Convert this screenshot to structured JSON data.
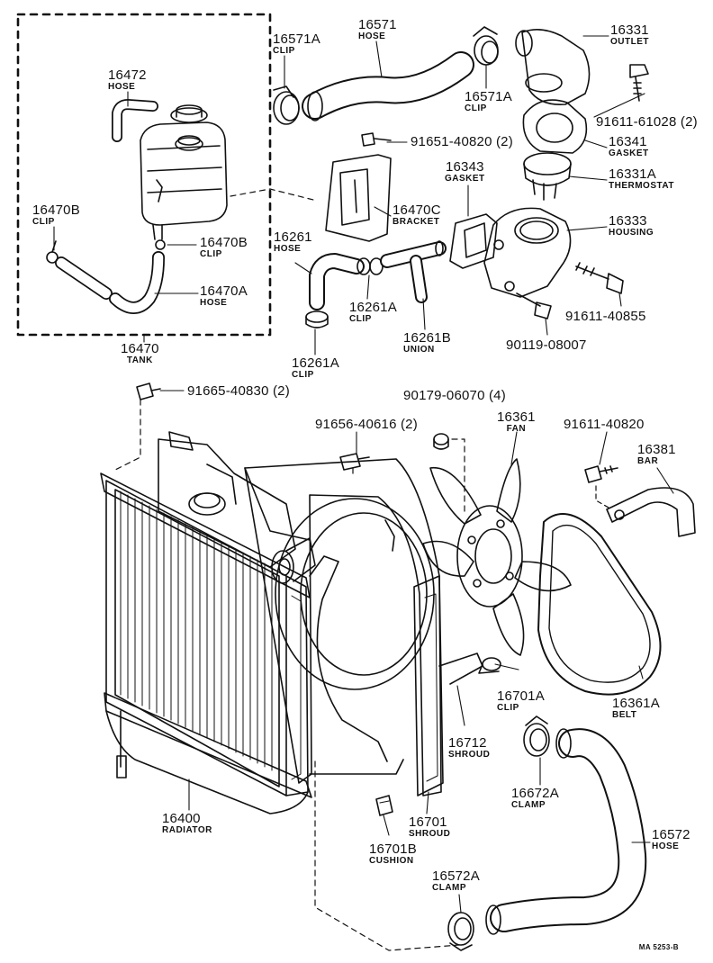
{
  "diagram": {
    "drawing_code": "MA 5253-B",
    "parts": [
      {
        "key": "p16571A_top",
        "number": "16571A",
        "name": "CLIP"
      },
      {
        "key": "p16571",
        "number": "16571",
        "name": "HOSE"
      },
      {
        "key": "p16571A_mid",
        "number": "16571A",
        "name": "CLIP"
      },
      {
        "key": "p16331",
        "number": "16331",
        "name": "OUTLET"
      },
      {
        "key": "p91611_61028",
        "number": "91611-61028 (2)",
        "name": ""
      },
      {
        "key": "p16341",
        "number": "16341",
        "name": "GASKET"
      },
      {
        "key": "p16331A",
        "number": "16331A",
        "name": "THERMOSTAT"
      },
      {
        "key": "p16343",
        "number": "16343",
        "name": "GASKET"
      },
      {
        "key": "p16333",
        "number": "16333",
        "name": "HOUSING"
      },
      {
        "key": "p91611_40855",
        "number": "91611-40855",
        "name": ""
      },
      {
        "key": "p90119_08007",
        "number": "90119-08007",
        "name": ""
      },
      {
        "key": "p16472",
        "number": "16472",
        "name": "HOSE"
      },
      {
        "key": "p16470B_l",
        "number": "16470B",
        "name": "CLIP"
      },
      {
        "key": "p16470B_r",
        "number": "16470B",
        "name": "CLIP"
      },
      {
        "key": "p16470A",
        "number": "16470A",
        "name": "HOSE"
      },
      {
        "key": "p16470",
        "number": "16470",
        "name": "TANK"
      },
      {
        "key": "p91651_40820",
        "number": "91651-40820 (2)",
        "name": ""
      },
      {
        "key": "p16470C",
        "number": "16470C",
        "name": "BRACKET"
      },
      {
        "key": "p16261",
        "number": "16261",
        "name": "HOSE"
      },
      {
        "key": "p16261A_a",
        "number": "16261A",
        "name": "CLIP"
      },
      {
        "key": "p16261A_b",
        "number": "16261A",
        "name": "CLIP"
      },
      {
        "key": "p16261B",
        "number": "16261B",
        "name": "UNION"
      },
      {
        "key": "p91665_40830",
        "number": "91665-40830 (2)",
        "name": ""
      },
      {
        "key": "p91656_40616",
        "number": "91656-40616 (2)",
        "name": ""
      },
      {
        "key": "p90179_06070",
        "number": "90179-06070 (4)",
        "name": ""
      },
      {
        "key": "p16361",
        "number": "16361",
        "name": "FAN"
      },
      {
        "key": "p91611_40820",
        "number": "91611-40820",
        "name": ""
      },
      {
        "key": "p16381",
        "number": "16381",
        "name": "BAR"
      },
      {
        "key": "p16701A",
        "number": "16701A",
        "name": "CLIP"
      },
      {
        "key": "p16361A",
        "number": "16361A",
        "name": "BELT"
      },
      {
        "key": "p16712",
        "number": "16712",
        "name": "SHROUD"
      },
      {
        "key": "p16672A",
        "number": "16672A",
        "name": "CLAMP"
      },
      {
        "key": "p16400",
        "number": "16400",
        "name": "RADIATOR"
      },
      {
        "key": "p16701",
        "number": "16701",
        "name": "SHROUD"
      },
      {
        "key": "p16701B",
        "number": "16701B",
        "name": "CUSHION"
      },
      {
        "key": "p16572",
        "number": "16572",
        "name": "HOSE"
      },
      {
        "key": "p16572A",
        "number": "16572A",
        "name": "CLAMP"
      }
    ]
  }
}
